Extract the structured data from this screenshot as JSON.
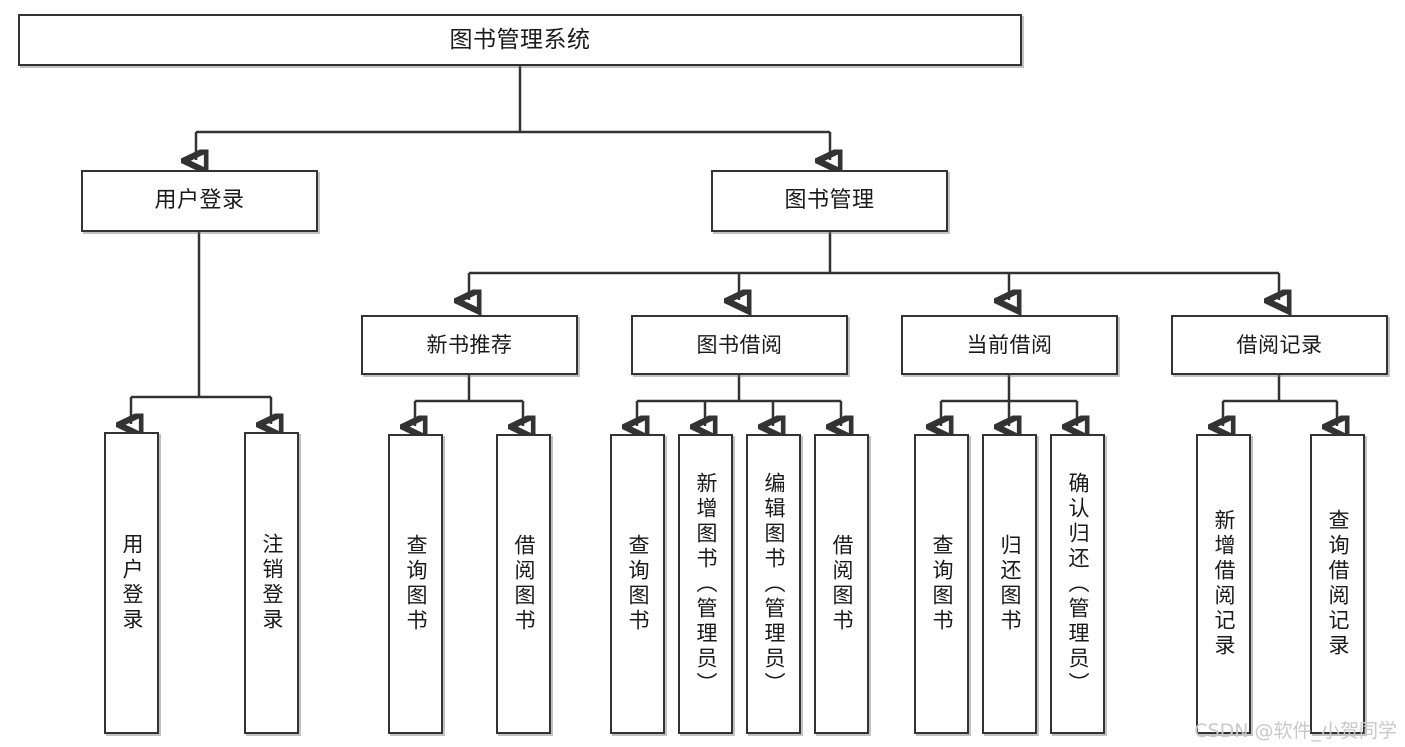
{
  "diagram": {
    "type": "tree-hierarchy",
    "title": "图书管理系统",
    "watermark": "CSDN @软件_小贺同学",
    "colors": {
      "box_border": "#333333",
      "box_fill": "#ffffff",
      "connector": "#333333",
      "text": "#1a1a1a",
      "watermark": "#c9c9c9",
      "background": "#ffffff"
    },
    "levels": {
      "level1": [
        "图书管理系统"
      ],
      "level2": [
        "用户登录",
        "图书管理"
      ],
      "level3": [
        "新书推荐",
        "图书借阅",
        "当前借阅",
        "借阅记录"
      ],
      "level4": [
        "用户登录",
        "注销登录",
        "查询图书",
        "借阅图书",
        "查询图书",
        "新增图书（管理员）",
        "编辑图书（管理员）",
        "借阅图书",
        "查询图书",
        "归还图书",
        "确认归还（管理员）",
        "新增借阅记录",
        "查询借阅记录"
      ]
    },
    "root": {
      "label": "图书管理系统"
    },
    "branches": [
      {
        "label": "用户登录",
        "children": [
          {
            "label": "用户登录"
          },
          {
            "label": "注销登录"
          }
        ]
      },
      {
        "label": "图书管理",
        "children": [
          {
            "label": "新书推荐",
            "children": [
              {
                "label": "查询图书"
              },
              {
                "label": "借阅图书"
              }
            ]
          },
          {
            "label": "图书借阅",
            "children": [
              {
                "label": "查询图书"
              },
              {
                "label": "新增图书（管理员）"
              },
              {
                "label": "编辑图书（管理员）"
              },
              {
                "label": "借阅图书"
              }
            ]
          },
          {
            "label": "当前借阅",
            "children": [
              {
                "label": "查询图书"
              },
              {
                "label": "归还图书"
              },
              {
                "label": "确认归还（管理员）"
              }
            ]
          },
          {
            "label": "借阅记录",
            "children": [
              {
                "label": "新增借阅记录"
              },
              {
                "label": "查询借阅记录"
              }
            ]
          }
        ]
      }
    ]
  }
}
